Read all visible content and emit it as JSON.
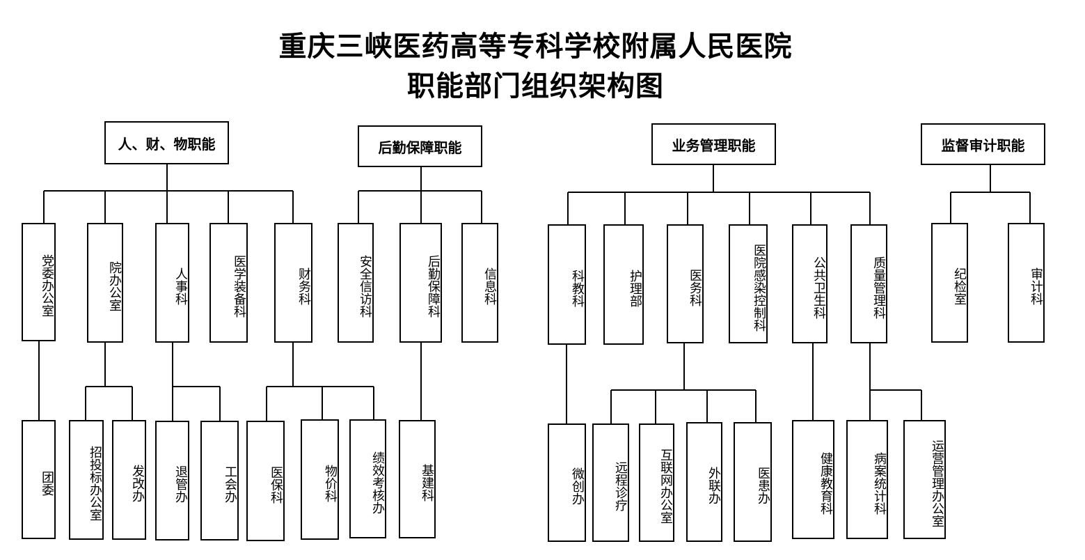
{
  "title": {
    "line1": "重庆三峡医药高等专科学校附属人民医院",
    "line2": "职能部门组织架构图"
  },
  "functions": {
    "hr_finance": "人、财、物职能",
    "logistics": "后勤保障职能",
    "business": "业务管理职能",
    "supervision": "监督审计职能"
  },
  "departments": {
    "party_office": "党委办公室",
    "hospital_office": "院办公室",
    "hr_dept": "人事科",
    "equipment": "医学装备科",
    "finance": "财务科",
    "security": "安全信访科",
    "logistics_dept": "后勤保障科",
    "information": "信息科",
    "science_edu": "科教科",
    "nursing": "护理部",
    "medical_affairs": "医务科",
    "infection_control": "医院感染控制科",
    "public_health": "公共卫生科",
    "quality": "质量管理科",
    "discipline": "纪检室",
    "audit": "审计科"
  },
  "sub_units": {
    "youth_league": "团委",
    "bidding_office": "招投标办公室",
    "reform_office": "发改办",
    "retirement_office": "退管办",
    "union_office": "工会办",
    "insurance": "医保科",
    "pricing": "物价科",
    "performance": "绩效考核办",
    "construction": "基建科",
    "minimally_invasive": "微创办",
    "telemedicine": "远程诊疗",
    "internet_office": "互联网办公室",
    "external_office": "外联办",
    "patient_office": "医患办",
    "health_education": "健康教育科",
    "medical_records": "病案统计科",
    "operations_office": "运营管理办公室"
  }
}
